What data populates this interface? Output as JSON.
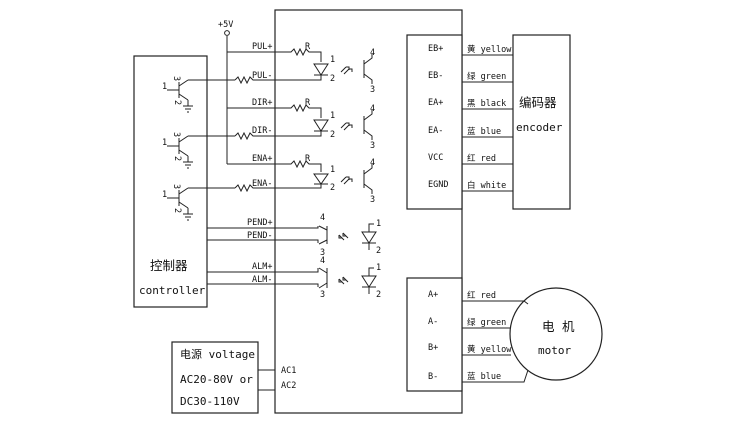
{
  "power_supply": {
    "line1": "电源 voltage",
    "line2": "AC20-80V or",
    "line3": "DC30-110V",
    "pins": [
      "AC1",
      "AC2"
    ]
  },
  "controller": {
    "cn": "控制器",
    "en": "controller",
    "supply": "+5V"
  },
  "inputs": {
    "resistor": "R",
    "signals": [
      "PUL+",
      "PUL-",
      "DIR+",
      "DIR-",
      "ENA+",
      "ENA-"
    ],
    "opto_pins": [
      "1",
      "2",
      "3",
      "4"
    ]
  },
  "outputs": {
    "signals": [
      "PEND+",
      "PEND-",
      "ALM+",
      "ALM-"
    ],
    "pins": [
      "1",
      "2",
      "3",
      "4"
    ]
  },
  "transistor_pins": [
    "1",
    "2",
    "3"
  ],
  "encoder": {
    "cn": "编码器",
    "en": "encoder",
    "pins": [
      "EB+",
      "EB-",
      "EA+",
      "EA-",
      "VCC",
      "EGND"
    ],
    "wires": [
      "黄 yellow",
      "绿 green",
      "黑 black",
      "蓝 blue",
      "红 red",
      "白 white"
    ]
  },
  "motor": {
    "cn": "电 机",
    "en": "motor",
    "pins": [
      "A+",
      "A-",
      "B+",
      "B-"
    ],
    "wires": [
      "红 red",
      "绿 green",
      "黄 yellow",
      "蓝 blue"
    ]
  }
}
